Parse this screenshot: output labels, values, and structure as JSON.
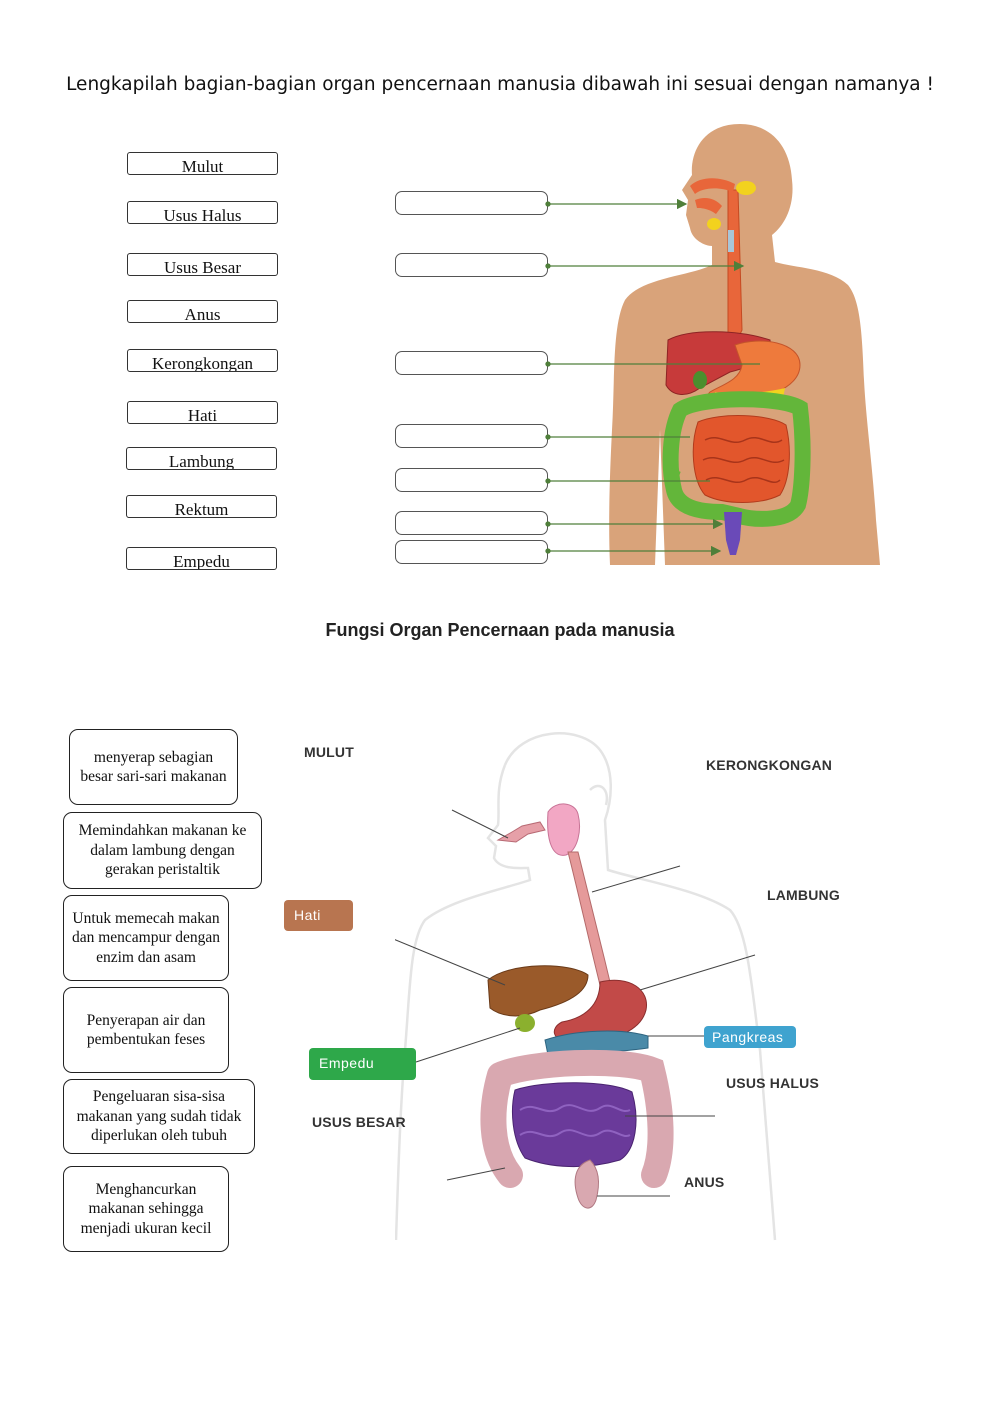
{
  "instruction": "Lengkapilah bagian-bagian organ pencernaan manusia dibawah ini sesuai dengan namanya !",
  "word_bank": [
    "Mulut",
    "Usus Halus",
    "Usus Besar",
    "Anus",
    "Kerongkongan",
    "Hati",
    "Lambung",
    "Rektum",
    "Empedu"
  ],
  "subtitle": "Fungsi Organ Pencernaan pada  manusia",
  "functions": [
    "menyerap sebagian besar sari-sari makanan",
    "Memindahkan makanan ke dalam lambung dengan gerakan peristaltik",
    "Untuk memecah makan dan mencampur dengan enzim dan asam",
    "Penyerapan air dan pembentukan feses",
    "Pengeluaran sisa-sisa makanan yang sudah tidak diperlukan oleh tubuh",
    "Menghancurkan makanan sehingga menjadi ukuran kecil"
  ],
  "organ_labels": {
    "mulut": "MULUT",
    "kerongkongan": "KERONGKONGAN",
    "lambung": "LAMBUNG",
    "usus_halus": "USUS HALUS",
    "usus_besar": "USUS BESAR",
    "anus": "ANUS"
  },
  "pills": {
    "hati": "Hati",
    "empedu": "Empedu",
    "pangkreas": "Pangkreas"
  },
  "colors": {
    "skin": "#d9a37a",
    "hati_pill": "#b87550",
    "empedu_pill": "#2ea84a",
    "pangkreas_pill": "#3fa3cf",
    "arrow": "#4f7f3a"
  }
}
